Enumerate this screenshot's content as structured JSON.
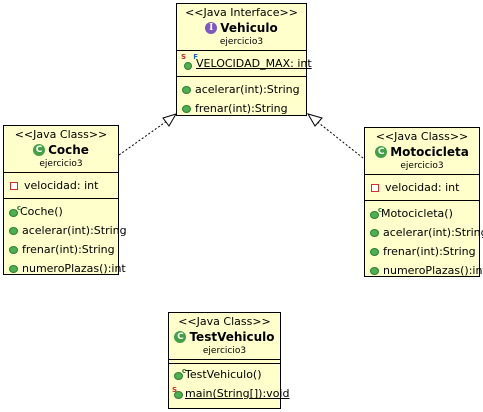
{
  "classes": {
    "vehiculo": {
      "stereotype": "<<Java Interface>>",
      "badge": "I",
      "name": "Vehiculo",
      "package": "ejercicio3",
      "fields": [
        "VELOCIDAD_MAX: int"
      ],
      "methods": [
        "acelerar(int):String",
        "frenar(int):String"
      ]
    },
    "coche": {
      "stereotype": "<<Java Class>>",
      "badge": "C",
      "name": "Coche",
      "package": "ejercicio3",
      "fields": [
        "velocidad: int"
      ],
      "methods": [
        "Coche()",
        "acelerar(int):String",
        "frenar(int):String",
        "numeroPlazas():int"
      ]
    },
    "motocicleta": {
      "stereotype": "<<Java Class>>",
      "badge": "C",
      "name": "Motocicleta",
      "package": "ejercicio3",
      "fields": [
        "velocidad: int"
      ],
      "methods": [
        "Motocicleta()",
        "acelerar(int):String",
        "frenar(int):String",
        "numeroPlazas():int"
      ]
    },
    "testvehiculo": {
      "stereotype": "<<Java Class>>",
      "badge": "C",
      "name": "TestVehiculo",
      "package": "ejercicio3",
      "methods": [
        "TestVehiculo()",
        "main(String[]):void"
      ]
    }
  },
  "colors": {
    "box_fill": "#ffffcc",
    "public_icon": "#4caf50",
    "private_icon": "#d32f2f",
    "interface_badge": "#7e57c2",
    "class_badge": "#43a047"
  },
  "icons": [
    "interface-badge-icon",
    "class-badge-icon",
    "public-method-icon",
    "private-field-icon",
    "constructor-icon",
    "static-final-field-icon",
    "static-method-icon"
  ]
}
